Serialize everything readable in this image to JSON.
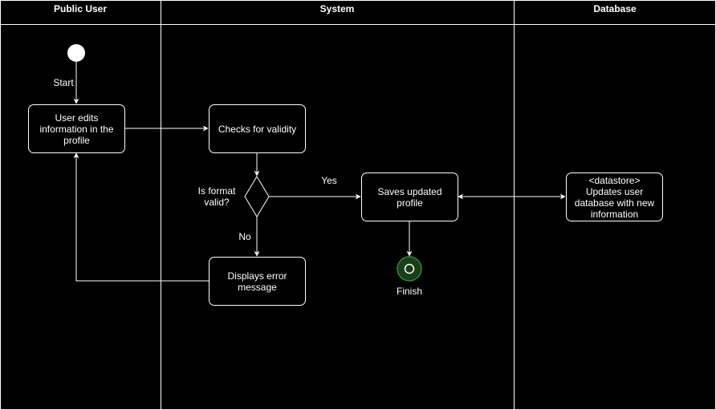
{
  "lanes": [
    {
      "title": "Public User"
    },
    {
      "title": "System"
    },
    {
      "title": "Database"
    }
  ],
  "nodes": {
    "edit": "User edits\ninformation  in the\nprofile",
    "validity": "Checks for validity",
    "save": "Saves updated profile",
    "error": "Displays error\nmessage",
    "datastore": "<datastore>\nUpdates user\ndatabase with new\ninformation"
  },
  "decision": {
    "question": "Is format\nvalid?"
  },
  "labels": {
    "start": "Start",
    "finish": "Finish",
    "yes": "Yes",
    "no": "No"
  },
  "colors": {
    "background": "#000000",
    "stroke": "#ffffff",
    "end_node_fill": "#1a3d1a",
    "end_node_border": "#2e8b2e"
  }
}
